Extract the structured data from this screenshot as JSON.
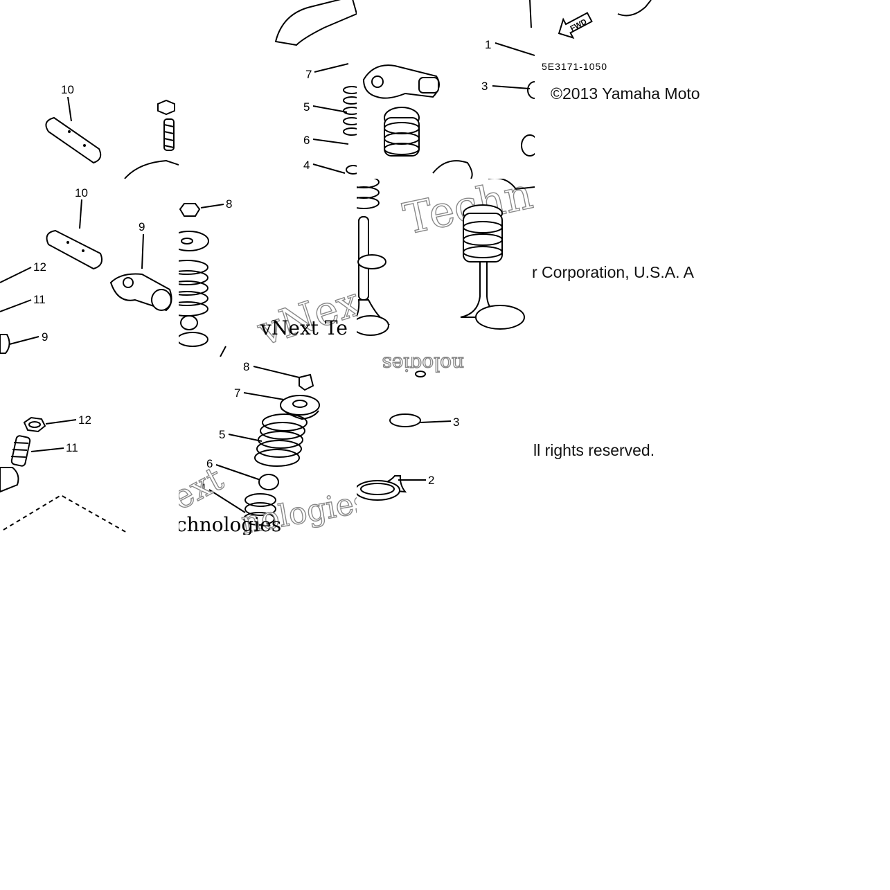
{
  "copyright": {
    "line1": "©2013 Yamaha Moto",
    "line2": "r Corporation, U.S.A. A",
    "line3": "ll rights reserved."
  },
  "diagram": {
    "part_code": "5E3171-1050",
    "fwd_label": "FWD",
    "watermark_a": "vNext",
    "watermark_b": "Techn",
    "watermark_c": "vNext Te",
    "watermark_d": "nologies",
    "watermark_e": "ext",
    "watermark_f": "chnologies",
    "callouts": [
      "1",
      "2",
      "3",
      "4",
      "5",
      "6",
      "7",
      "8",
      "9",
      "10",
      "11",
      "12"
    ]
  }
}
